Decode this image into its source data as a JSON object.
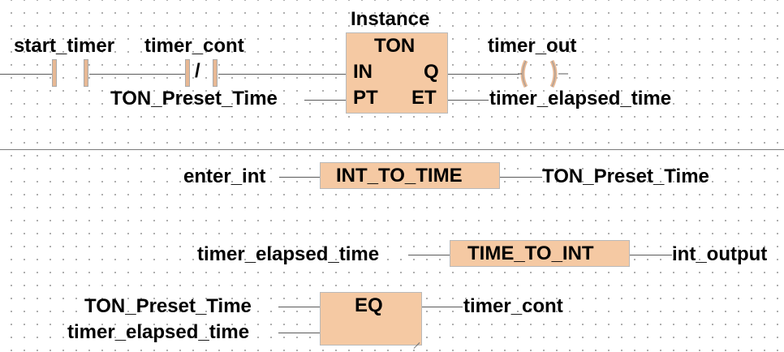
{
  "rung1": {
    "instance_label": "Instance",
    "contact1_label": "start_timer",
    "contact2_label": "timer_cont",
    "contact2_symbol": "/",
    "fb_name": "TON",
    "in_pin": "IN",
    "q_pin": "Q",
    "pt_pin": "PT",
    "et_pin": "ET",
    "pt_var": "TON_Preset_Time",
    "coil_label": "timer_out",
    "coil_symbol": "( )",
    "et_var": "timer_elapsed_time"
  },
  "rung2": {
    "input": "enter_int",
    "fb_name": "INT_TO_TIME",
    "output": "TON_Preset_Time"
  },
  "rung3": {
    "input": "timer_elapsed_time",
    "fb_name": "TIME_TO_INT",
    "output": "int_output"
  },
  "rung4": {
    "input1": "TON_Preset_Time",
    "input2": "timer_elapsed_time",
    "fb_name": "EQ",
    "output": "timer_cont"
  },
  "colors": {
    "block_fill": "#f5c9a3",
    "wire": "#5a5a5a"
  }
}
